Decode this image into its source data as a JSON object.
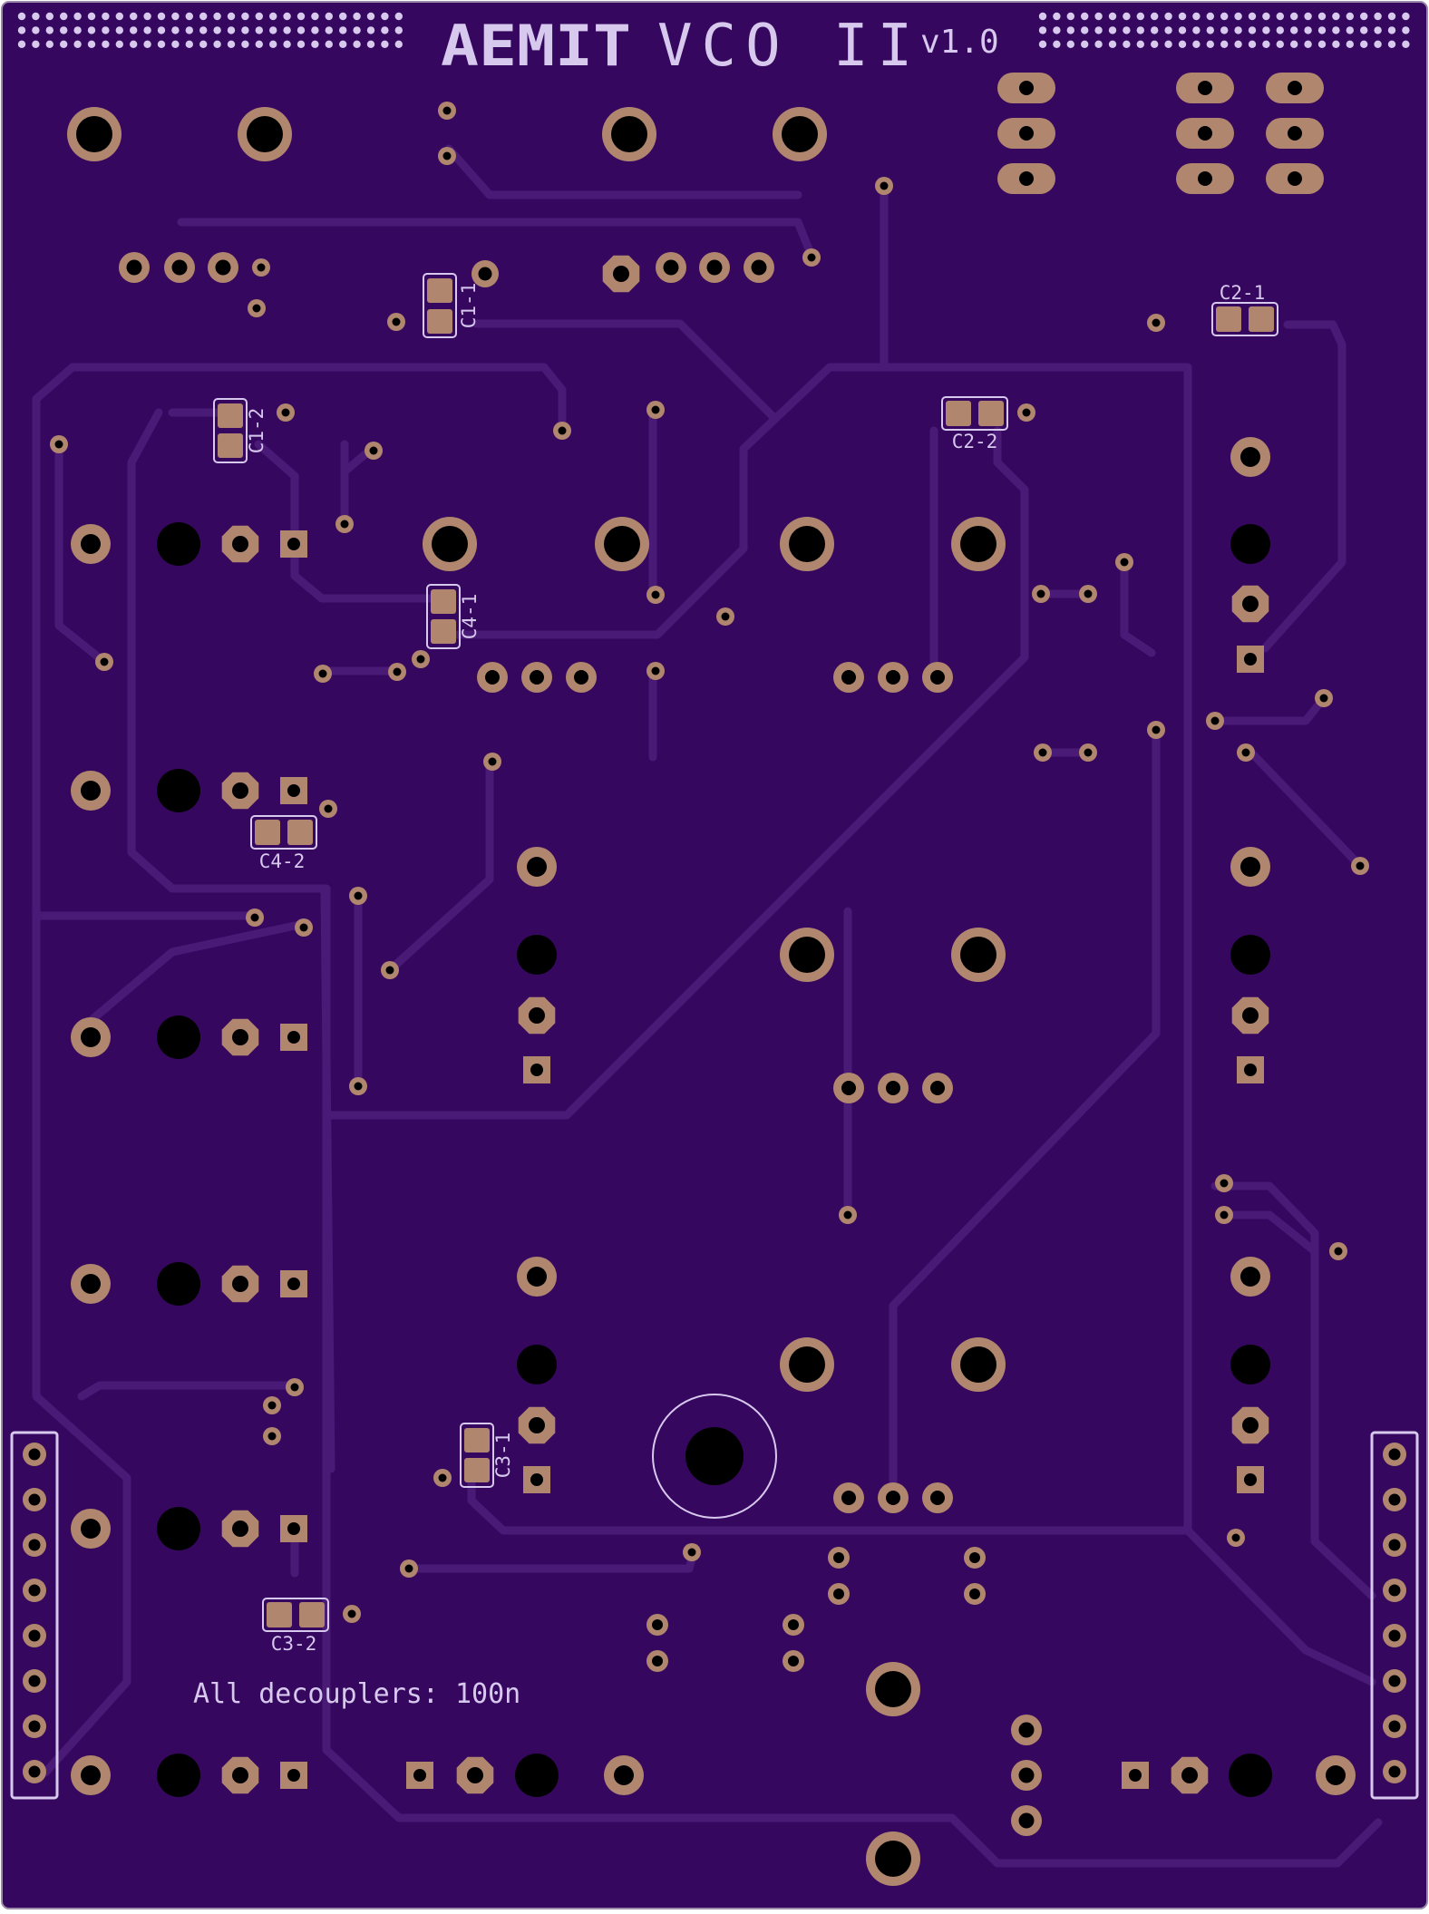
{
  "board": {
    "brand": "AEMIT",
    "name": "VCO II",
    "version": "v1.0",
    "note": "All decouplers: 100n",
    "colors": {
      "substrate": "#36075f",
      "trace": "#4a1a77",
      "pad": "#b0876e",
      "hole": "#000000",
      "silk": "#d7c8ee",
      "outline": "#9a8aa8"
    }
  },
  "capacitors": [
    {
      "label": "C1-1"
    },
    {
      "label": "C1-2"
    },
    {
      "label": "C2-1"
    },
    {
      "label": "C2-2"
    },
    {
      "label": "C3-1"
    },
    {
      "label": "C3-2"
    },
    {
      "label": "C4-1"
    },
    {
      "label": "C4-2"
    }
  ]
}
